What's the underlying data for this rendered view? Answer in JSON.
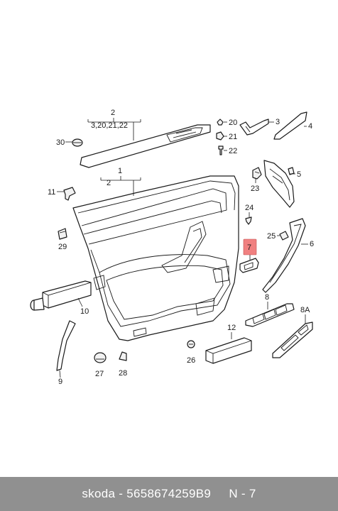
{
  "callouts": {
    "c2": "2",
    "c2_sub": "3,20,21,22",
    "c1": "1",
    "c1_sub": "2",
    "c30": "30",
    "c11": "11",
    "c29": "29",
    "c10": "10",
    "c9": "9",
    "c27": "27",
    "c28": "28",
    "c26": "26",
    "c12": "12",
    "c20": "20",
    "c21": "21",
    "c22": "22",
    "c3": "3",
    "c4": "4",
    "c5": "5",
    "c23": "23",
    "c24": "24",
    "c25": "25",
    "c6": "6",
    "c7": "7",
    "c8": "8",
    "c8a": "8A"
  },
  "highlight_color": "#f08080",
  "footer": {
    "brand": "skoda",
    "separator": " - ",
    "part_number": "5658674259B9",
    "position": "N - 7"
  }
}
